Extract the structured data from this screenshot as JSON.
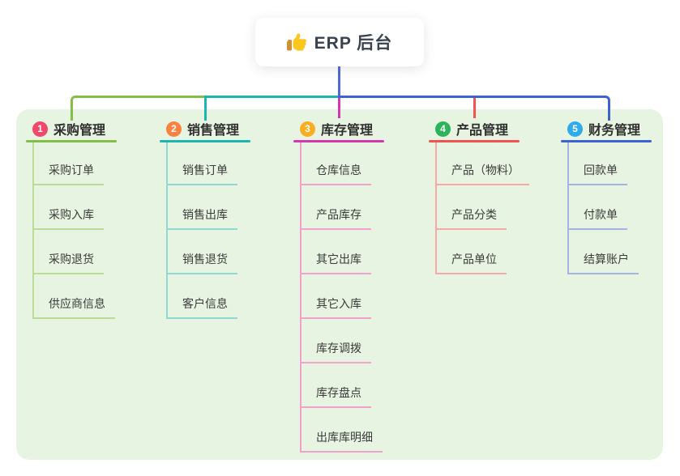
{
  "root": {
    "title": "ERP 后台",
    "icon": "thumbs-up-icon"
  },
  "connectors": {
    "root_drop_color": "#5468d8"
  },
  "branches": [
    {
      "index": "1",
      "title": "采购管理",
      "color": "#85bd4b",
      "light": "#b9dc97",
      "badge": "#f0476b",
      "children": [
        "采购订单",
        "采购入库",
        "采购退货",
        "供应商信息"
      ]
    },
    {
      "index": "2",
      "title": "销售管理",
      "color": "#1cb5b0",
      "light": "#8fd8d4",
      "badge": "#f8823f",
      "children": [
        "销售订单",
        "销售出库",
        "销售退货",
        "客户信息"
      ]
    },
    {
      "index": "3",
      "title": "库存管理",
      "color": "#d338ae",
      "light": "#f2a0ce",
      "badge": "#f7ae22",
      "children": [
        "仓库信息",
        "产品库存",
        "其它出库",
        "其它入库",
        "库存调拨",
        "库存盘点",
        "出库库明细"
      ]
    },
    {
      "index": "4",
      "title": "产品管理",
      "color": "#f15352",
      "light": "#f7a8a7",
      "badge": "#2db45a",
      "children": [
        "产品（物料）",
        "产品分类",
        "产品单位"
      ]
    },
    {
      "index": "5",
      "title": "财务管理",
      "color": "#3f62d2",
      "light": "#a6b4e5",
      "badge": "#2fabec",
      "children": [
        "回款单",
        "付款单",
        "结算账户"
      ]
    }
  ]
}
